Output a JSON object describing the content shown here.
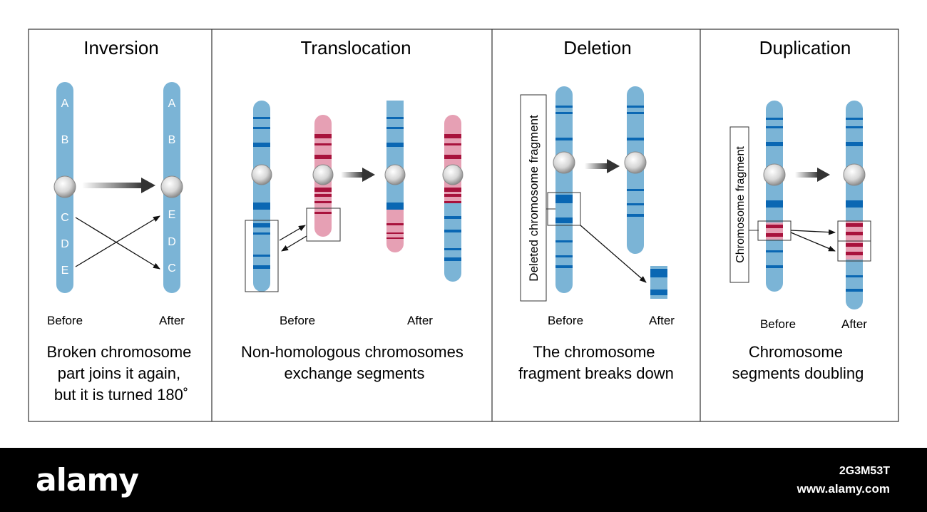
{
  "colors": {
    "chromosome_blue": "#7bb4d6",
    "band_blue": "#0a67b3",
    "chromosome_pink": "#e6a0b4",
    "band_red": "#a8123c",
    "centromere": "#d9d9d9",
    "arrow": "#333333"
  },
  "panels": [
    {
      "title": "Inversion",
      "before_label": "Before",
      "after_label": "After",
      "caption": [
        "Broken chromosome",
        "part joins it again,",
        "but it is turned 180˚"
      ],
      "before_genes": [
        "A",
        "B",
        "C",
        "D",
        "E"
      ],
      "after_genes": [
        "A",
        "B",
        "E",
        "D",
        "C"
      ]
    },
    {
      "title": "Translocation",
      "before_label": "Before",
      "after_label": "After",
      "caption": [
        "Non-homologous chromosomes",
        "exchange segments"
      ]
    },
    {
      "title": "Deletion",
      "before_label": "Before",
      "after_label": "After",
      "caption": [
        "The chromosome",
        "fragment breaks down"
      ],
      "callout": "Deleted chromosome fragment"
    },
    {
      "title": "Duplication",
      "before_label": "Before",
      "after_label": "After",
      "caption": [
        "Chromosome",
        "segments doubling"
      ],
      "callout": "Chromosome fragment"
    }
  ],
  "footer": {
    "logo": "alamy",
    "image_id": "2G3M53T",
    "site": "www.alamy.com"
  }
}
